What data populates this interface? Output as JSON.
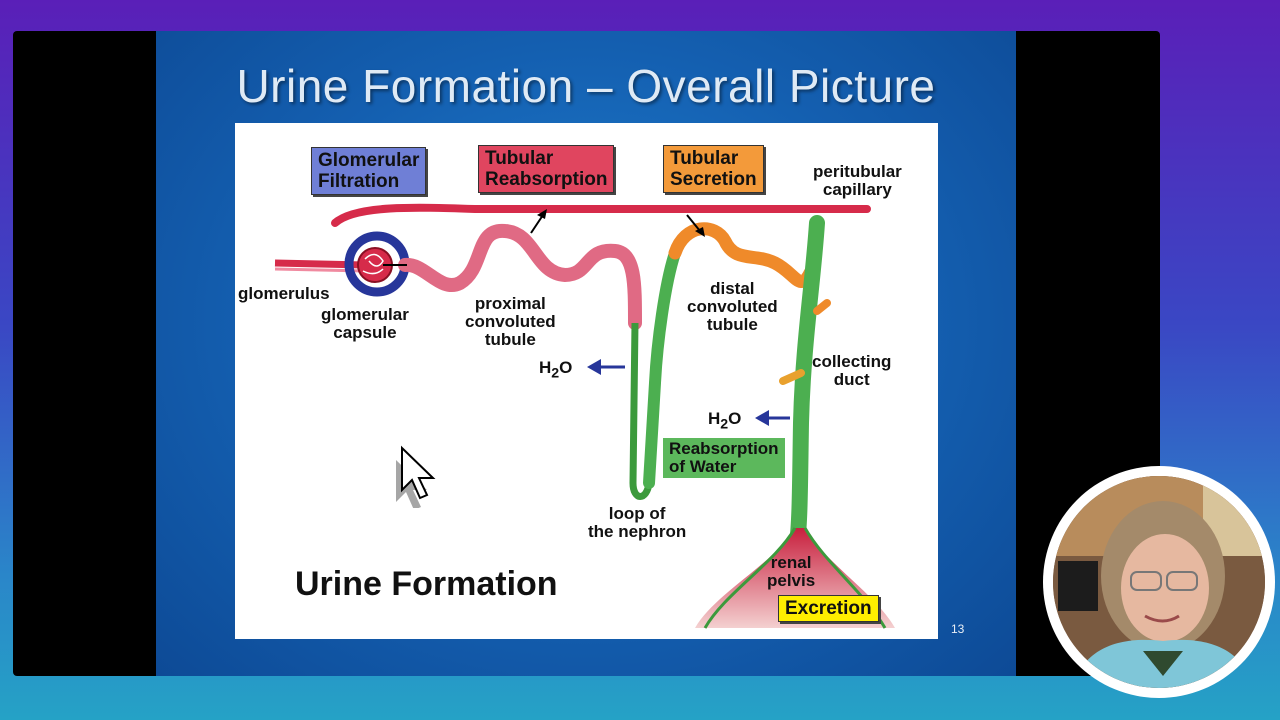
{
  "slide": {
    "title": "Urine Formation – Overall Picture",
    "page_number": "13"
  },
  "diagram": {
    "process_boxes": {
      "filtration": [
        "Glomerular",
        "Filtration"
      ],
      "reabsorption": [
        "Tubular",
        "Reabsorption"
      ],
      "secretion": [
        "Tubular",
        "Secretion"
      ],
      "water": [
        "Reabsorption",
        "of Water"
      ],
      "excretion": "Excretion"
    },
    "labels": {
      "peritubular": [
        "peritubular",
        "capillary"
      ],
      "glomerulus": "glomerulus",
      "capsule": [
        "glomerular",
        "capsule"
      ],
      "proximal": [
        "proximal",
        "convoluted",
        "tubule"
      ],
      "distal": [
        "distal",
        "convoluted",
        "tubule"
      ],
      "collecting": [
        "collecting",
        "duct"
      ],
      "loop": [
        "loop of",
        "the nephron"
      ],
      "pelvis": [
        "renal",
        "pelvis"
      ],
      "h2o_left": "H",
      "h2o_right": "H",
      "h2o_sub": "2",
      "h2o_o": "O"
    },
    "caption": "Urine Formation"
  },
  "colors": {
    "filtration": "#6f7fd6",
    "reabsorption": "#e0455f",
    "secretion": "#f39a3a",
    "water": "#5cb85c",
    "excretion": "#ffee00",
    "capillary": "#d62b4a",
    "loop": "#3c9a3c"
  },
  "icons": [
    "mouse-cursor-icon",
    "presenter-webcam"
  ]
}
